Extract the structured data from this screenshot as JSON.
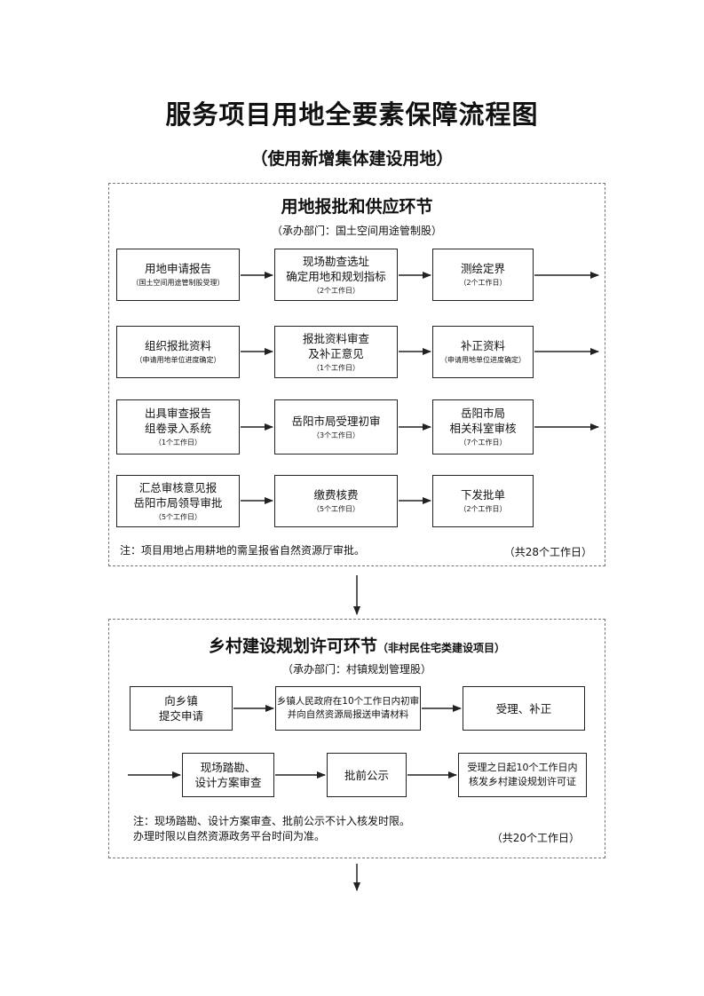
{
  "title": "服务项目用地全要素保障流程图",
  "subtitle": "（使用新增集体建设用地）",
  "section1": {
    "title": "用地报批和供应环节",
    "department": "（承办部门：国土空间用途管制股）",
    "boxes": [
      {
        "main": "用地申请报告",
        "sub": "（国土空间用途管制股受理）"
      },
      {
        "main": "现场勘查选址\n确定用地和规划指标",
        "sub": "（2个工作日）"
      },
      {
        "main": "测绘定界",
        "sub": "（2个工作日）"
      },
      {
        "main": "组织报批资料",
        "sub": "（申请用地单位进度确定）"
      },
      {
        "main": "报批资料审查\n及补正意见",
        "sub": "（1个工作日）"
      },
      {
        "main": "补正资料",
        "sub": "（申请用地单位进度确定）"
      },
      {
        "main": "出具审查报告\n组卷录入系统",
        "sub": "（1个工作日）"
      },
      {
        "main": "岳阳市局受理初审",
        "sub": "（3个工作日）"
      },
      {
        "main": "岳阳市局\n相关科室审核",
        "sub": "（7个工作日）"
      },
      {
        "main": "汇总审核意见报\n岳阳市局领导审批",
        "sub": "（5个工作日）"
      },
      {
        "main": "缴费核费",
        "sub": "（5个工作日）"
      },
      {
        "main": "下发批单",
        "sub": "（2个工作日）"
      }
    ],
    "note": "注：项目用地占用耕地的需呈报省自然资源厅审批。",
    "total": "（共28个工作日）"
  },
  "section2": {
    "title": "乡村建设规划许可环节",
    "title_tag": "（非村民住宅类建设项目）",
    "department": "（承办部门：村镇规划管理股）",
    "boxes": [
      {
        "main": "向乡镇\n提交申请"
      },
      {
        "main": "乡镇人民政府在10个工作日内初审\n并向自然资源局报送申请材料"
      },
      {
        "main": "受理、补正"
      },
      {
        "main": "现场踏勘、\n设计方案审查"
      },
      {
        "main": "批前公示"
      },
      {
        "main": "受理之日起10个工作日内\n核发乡村建设规划许可证"
      }
    ],
    "note": "注：现场踏勘、设计方案审查、批前公示不计入核发时限。\n      办理时限以自然资源政务平台时间为准。",
    "total": "（共20个工作日）"
  }
}
